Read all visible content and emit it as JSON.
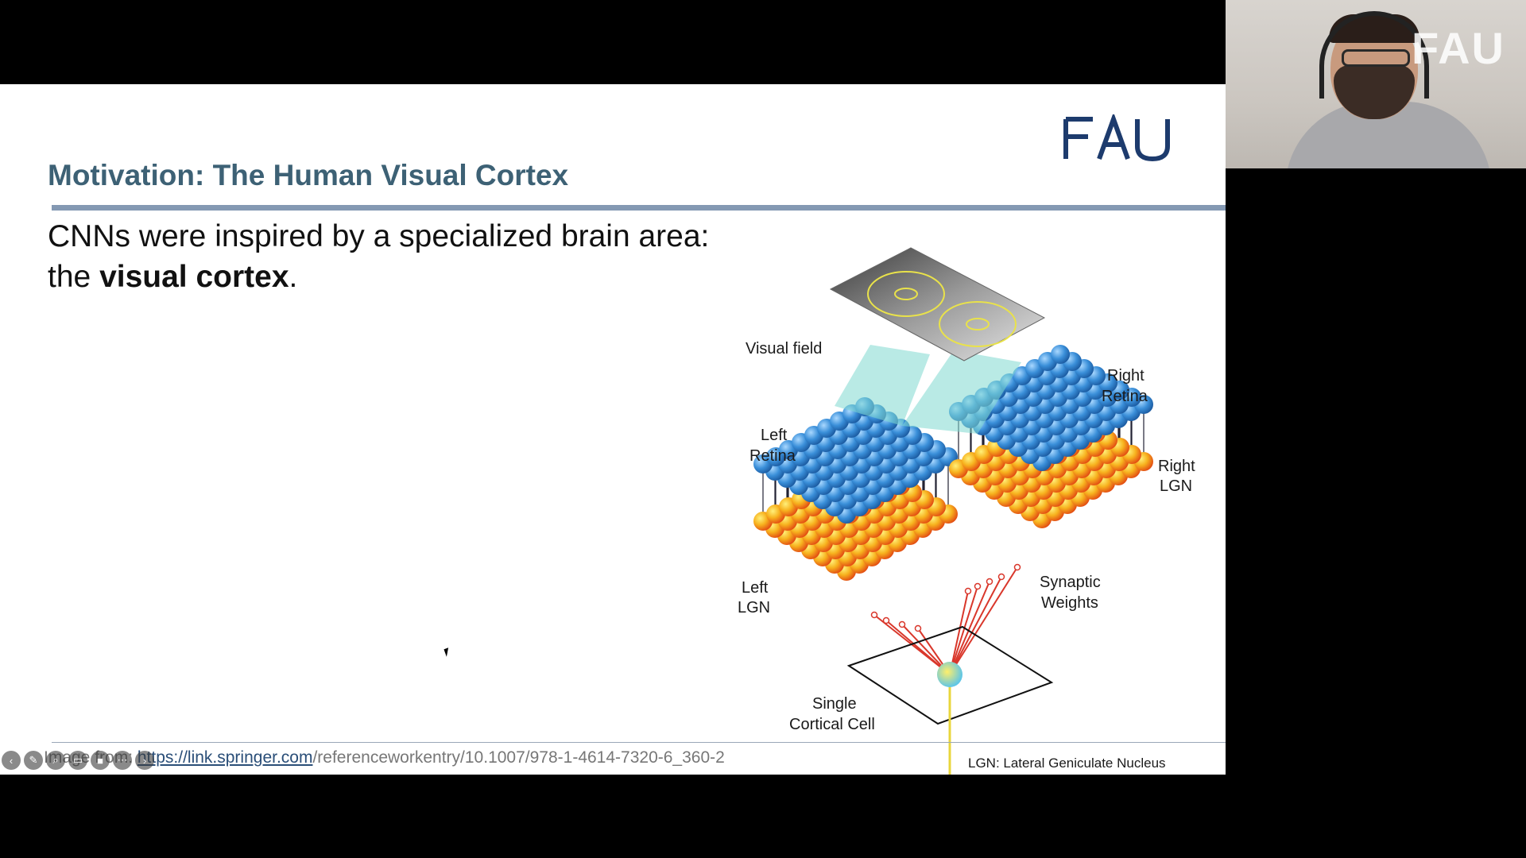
{
  "slide": {
    "title": "Motivation: The Human Visual Cortex",
    "logo_text": "FAU",
    "body_line1": "CNNs were inspired by a specialized brain area:",
    "body_line2_prefix": "the ",
    "body_line2_bold": "visual cortex",
    "body_line2_suffix": ".",
    "figure": {
      "labels": {
        "visual_field": "Visual field",
        "right_retina_1": "Right",
        "right_retina_2": "Retina",
        "left_retina_1": "Left",
        "left_retina_2": "Retina",
        "right_lgn_1": "Right",
        "right_lgn_2": "LGN",
        "left_lgn_1": "Left",
        "left_lgn_2": "LGN",
        "synaptic_1": "Synaptic",
        "synaptic_2": "Weights",
        "cortical_1": "Single",
        "cortical_2": "Cortical Cell",
        "legend": "LGN: Lateral Geniculate Nucleus"
      }
    },
    "footer": {
      "prefix": "Image from: ",
      "link_text": "https://link.springer.com",
      "suffix": "/referenceworkentry/10.1007/978-1-4614-7320-6_360-2"
    }
  },
  "toolbar": {
    "icons": [
      "back-icon",
      "pen-icon",
      "zoom-icon",
      "captions-icon",
      "screen-icon",
      "more-icon",
      "forward-icon"
    ]
  },
  "webcam": {
    "overlay_logo": "FAU"
  },
  "colors": {
    "title": "#3d6175",
    "rule": "#8499b3",
    "retina": "#3a8fd9",
    "lgn": "#f29a1f",
    "synapse": "#d9372b",
    "beam": "#7fd9cf"
  }
}
